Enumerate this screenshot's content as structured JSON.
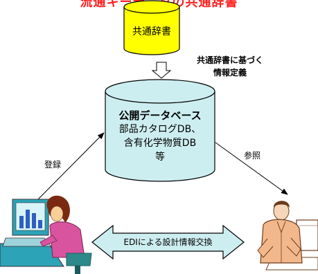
{
  "header": {
    "title": "流通キーデータの共通辞書"
  },
  "dictionary": {
    "label": "共通辞書",
    "fill_color": "#ffff00"
  },
  "annotation": {
    "line1": "共通辞書に基づく",
    "line2": "情報定義"
  },
  "database": {
    "title": "公開データベース",
    "line1": "部品カタログDB、",
    "line2": "含有化学物質DB",
    "line3": "等",
    "fill_color": "#cdeef0"
  },
  "edges": {
    "register_label": "登録",
    "reference_label": "参照"
  },
  "exchange": {
    "label": "EDIによる設計情報交換"
  },
  "people": {
    "left_icon": "woman-at-computer-icon",
    "right_icon": "businessman-icon"
  }
}
